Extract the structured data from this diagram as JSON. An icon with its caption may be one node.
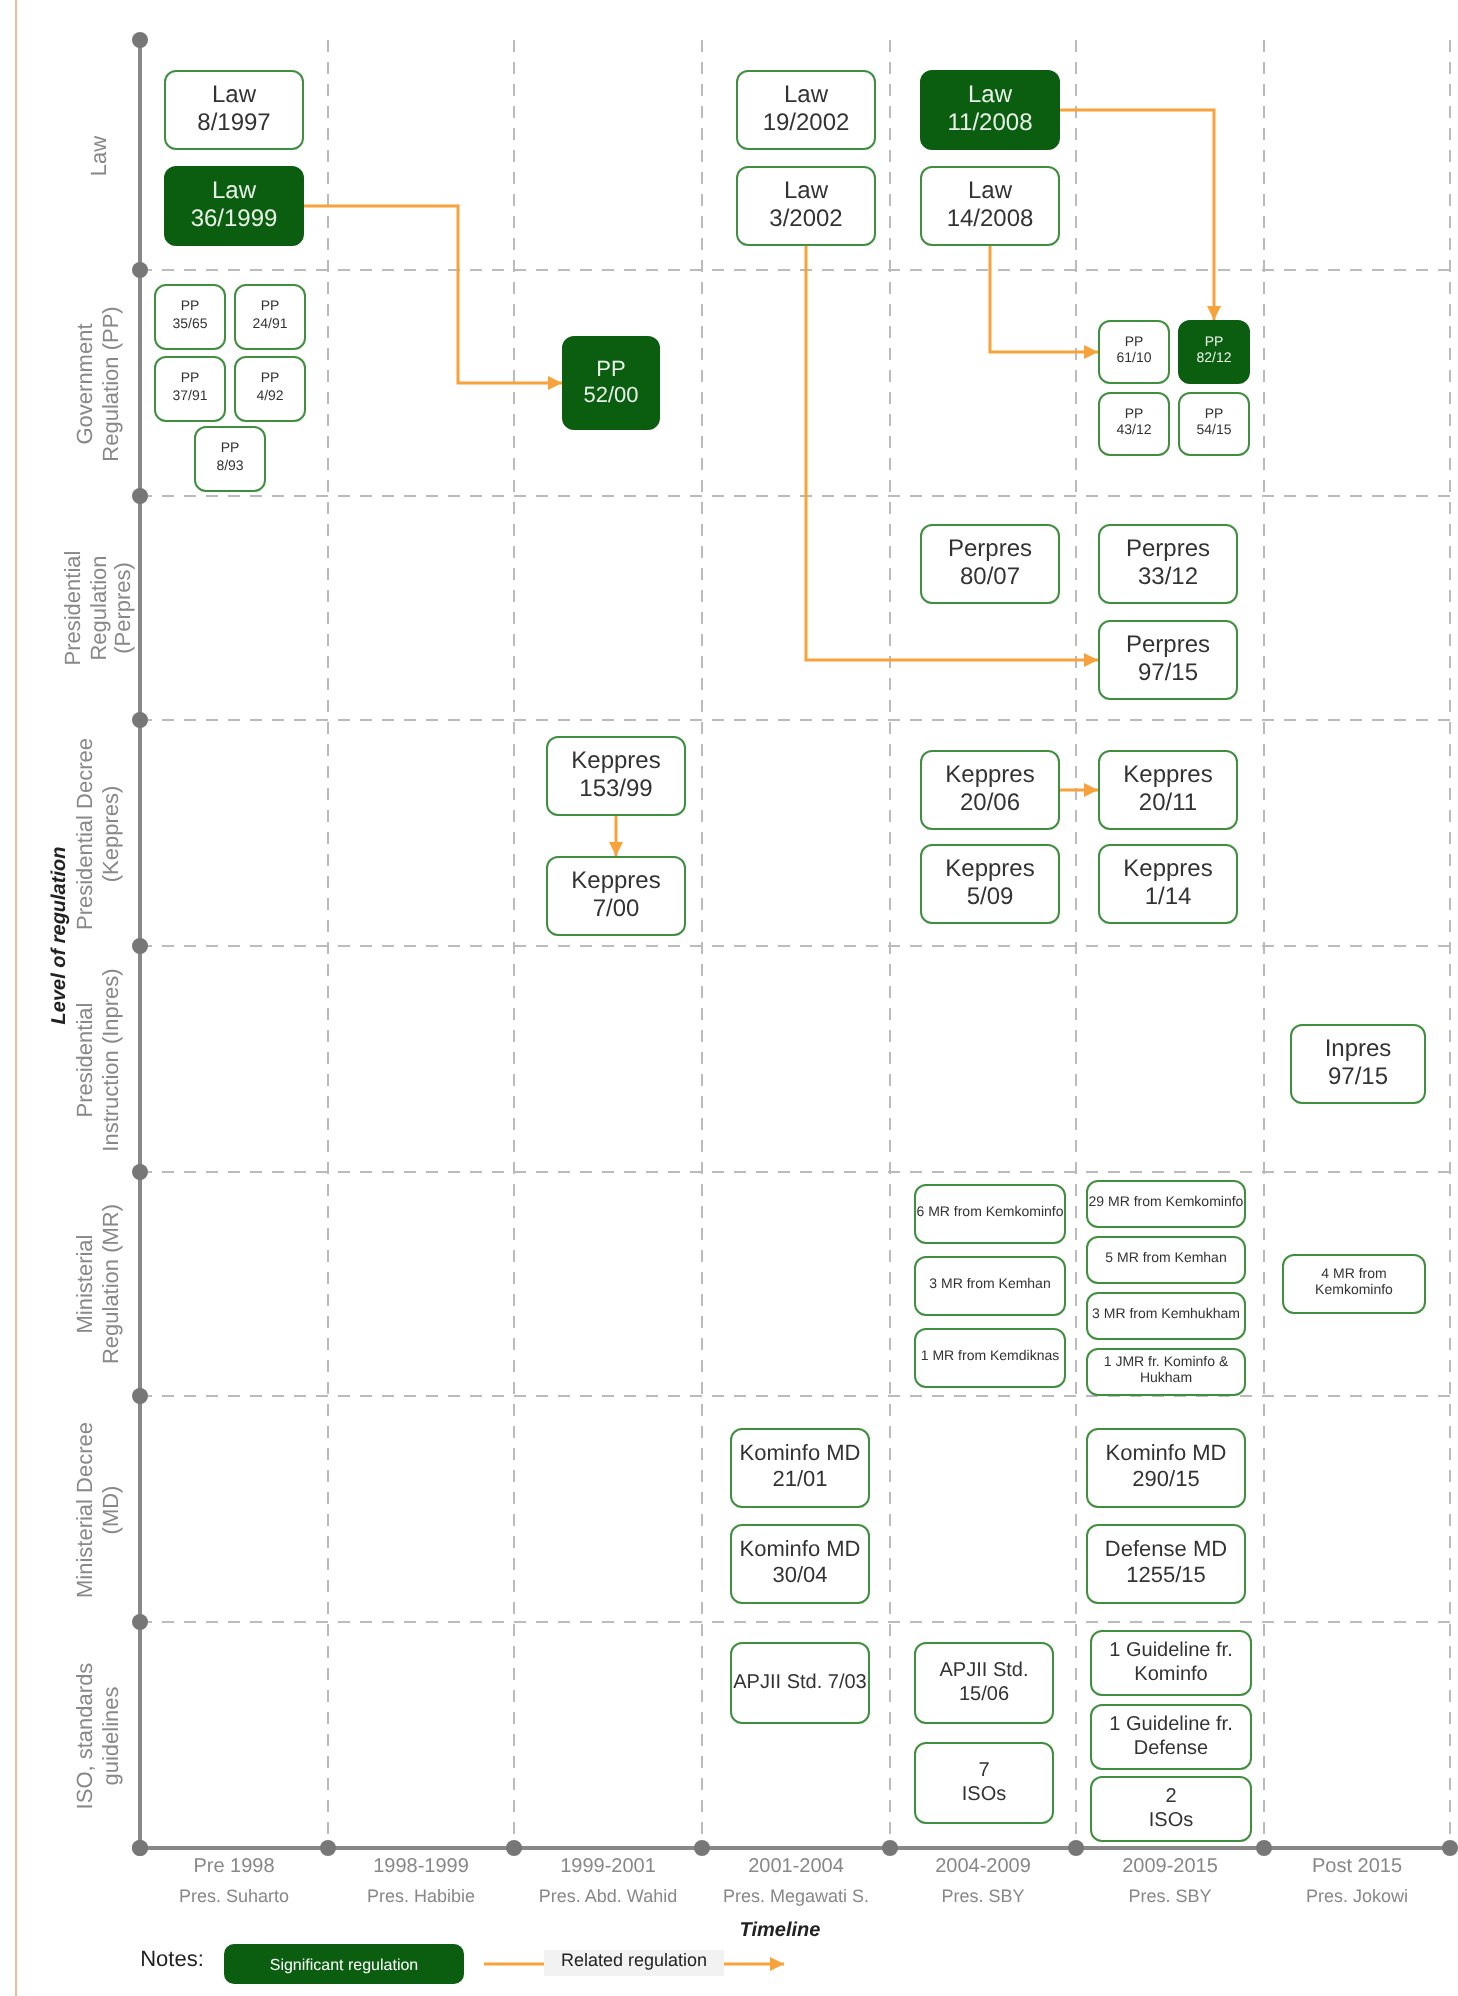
{
  "diagram": {
    "nodes": [
      {
        "text": [
          "Law 8/1997"
        ]
      },
      {
        "text": [
          "Law 36/1999"
        ]
      },
      {
        "text": [
          "Law 19/2002"
        ]
      },
      {
        "text": [
          "Law 3/2002"
        ]
      },
      {
        "text": [
          "Law 11/2008"
        ]
      },
      {
        "text": [
          "Law 14/2008"
        ]
      },
      {
        "text": [
          "PP 35/65"
        ]
      },
      {
        "text": [
          "PP 24/91"
        ]
      },
      {
        "text": [
          "PP 37/91"
        ]
      },
      {
        "text": [
          "PP 4/92"
        ]
      },
      {
        "text": [
          "PP 8/93"
        ]
      },
      {
        "text": [
          "PP 52/00"
        ]
      },
      {
        "text": [
          "PP 61/10"
        ]
      },
      {
        "text": [
          "PP 82/12"
        ]
      },
      {
        "text": [
          "PP 43/12"
        ]
      },
      {
        "text": [
          "PP 54/15"
        ]
      },
      {
        "text": [
          "Perpres 80/07"
        ]
      },
      {
        "text": [
          "Perpres 33/12"
        ]
      },
      {
        "text": [
          "Perpres 97/15"
        ]
      },
      {
        "text": [
          "Keppres 153/99"
        ]
      },
      {
        "text": [
          "Keppres 7/00"
        ]
      },
      {
        "text": [
          "Keppres 20/06"
        ]
      },
      {
        "text": [
          "Keppres 5/09"
        ]
      },
      {
        "text": [
          "Keppres 20/11"
        ]
      },
      {
        "text": [
          "Keppres 1/14"
        ]
      },
      {
        "text": [
          "Inpres 97/15"
        ]
      },
      {
        "text": [
          "6 MR from Kemkominfo"
        ]
      },
      {
        "text": [
          "3 MR from Kemhan"
        ]
      },
      {
        "text": [
          "1 MR from Kemdiknas"
        ]
      },
      {
        "text": [
          "29 MR from Kemkominfo"
        ]
      },
      {
        "text": [
          "5 MR from Kemhan"
        ]
      },
      {
        "text": [
          "3 MR from Kemhukham"
        ]
      },
      {
        "text": [
          "1 JMR fr. Kominfo & Hukham"
        ]
      },
      {
        "text": [
          "4 MR from Kemkominfo"
        ]
      },
      {
        "text": [
          "Kominfo MD 21/01"
        ]
      },
      {
        "text": [
          "Kominfo MD 30/04"
        ]
      },
      {
        "text": [
          "Kominfo MD 290/15"
        ]
      },
      {
        "text": [
          "Defense MD 1255/15"
        ]
      },
      {
        "text": [
          "APJII Std. 7/03"
        ]
      },
      {
        "text": [
          "APJII Std. 15/06"
        ]
      },
      {
        "text": [
          "7 ISOs"
        ]
      },
      {
        "text": [
          "1 Guideline fr. Kominfo"
        ]
      },
      {
        "text": [
          "1 Guideline fr. Defense"
        ]
      },
      {
        "text": [
          "2 ISOs"
        ]
      }
    ],
    "edges": [
      {
        "from": 1,
        "to": 11,
        "arrow": "to"
      },
      {
        "from": 4,
        "to": 13,
        "arrow": "to"
      },
      {
        "from": 5,
        "to": 12,
        "arrow": "to"
      },
      {
        "from": 3,
        "to": 18,
        "arrow": "to"
      },
      {
        "from": 19,
        "to": 20,
        "arrow": "to"
      },
      {
        "from": 21,
        "to": 23,
        "arrow": "to"
      }
    ],
    "labels": [
      "Law",
      "Government Regulation (PP)",
      "Presidential Regulation (Perpres)",
      "Presidential Decree (Keppres)",
      "Presidential Instruction (Inpres)",
      "Ministerial Regulation (MR)",
      "Ministerial Decree (MD)",
      "ISO, standards guidelines",
      "Level of regulation",
      "Pre 1998",
      "1998-1999",
      "1999-2001",
      "2001-2004",
      "2004-2009",
      "2009-2015",
      "Post 2015",
      "Pres. Suharto",
      "Pres. Habibie",
      "Pres. Abd. Wahid",
      "Pres. Megawati S.",
      "Pres. SBY",
      "Pres. SBY",
      "Pres. Jokowi",
      "Timeline",
      "Notes:"
    ],
    "legend": [
      {
        "text": "Significant regulation",
        "color": "#0b5e10"
      },
      {
        "text": "Related regulation"
      }
    ]
  }
}
